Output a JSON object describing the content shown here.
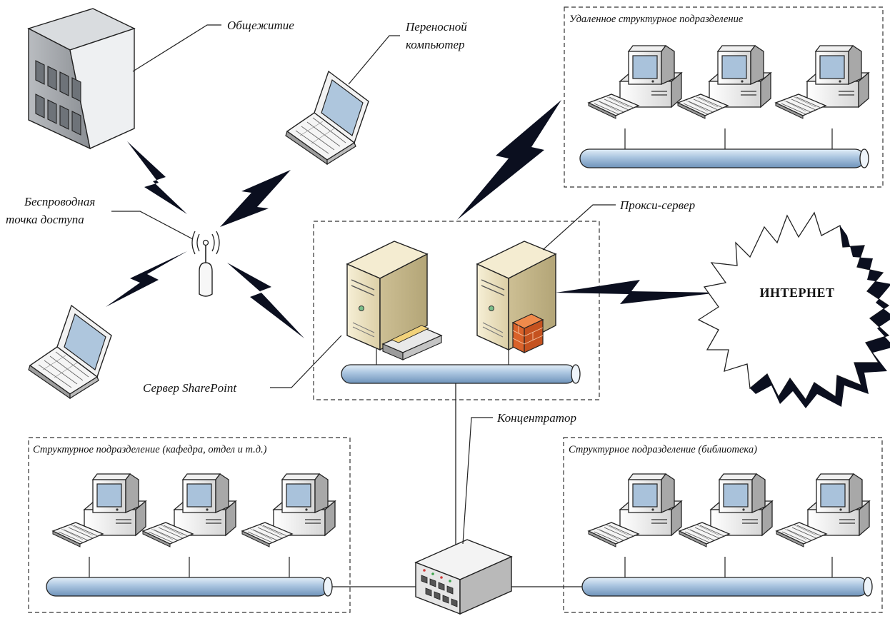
{
  "labels": {
    "dormitory": "Общежитие",
    "laptop_line1": "Переносной",
    "laptop_line2": "компьютер",
    "wap_line1": "Беспроводная",
    "wap_line2": "точка доступа",
    "proxy": "Прокси-сервер",
    "sharepoint": "Сервер SharePoint",
    "hub": "Концентратор",
    "internet": "ИНТЕРНЕТ"
  },
  "groups": {
    "remote": "Удаленное структурное подразделение",
    "department": "Структурное подразделение (кафедра, отдел и т.д.)",
    "library": "Структурное подразделение (библиотека)"
  }
}
